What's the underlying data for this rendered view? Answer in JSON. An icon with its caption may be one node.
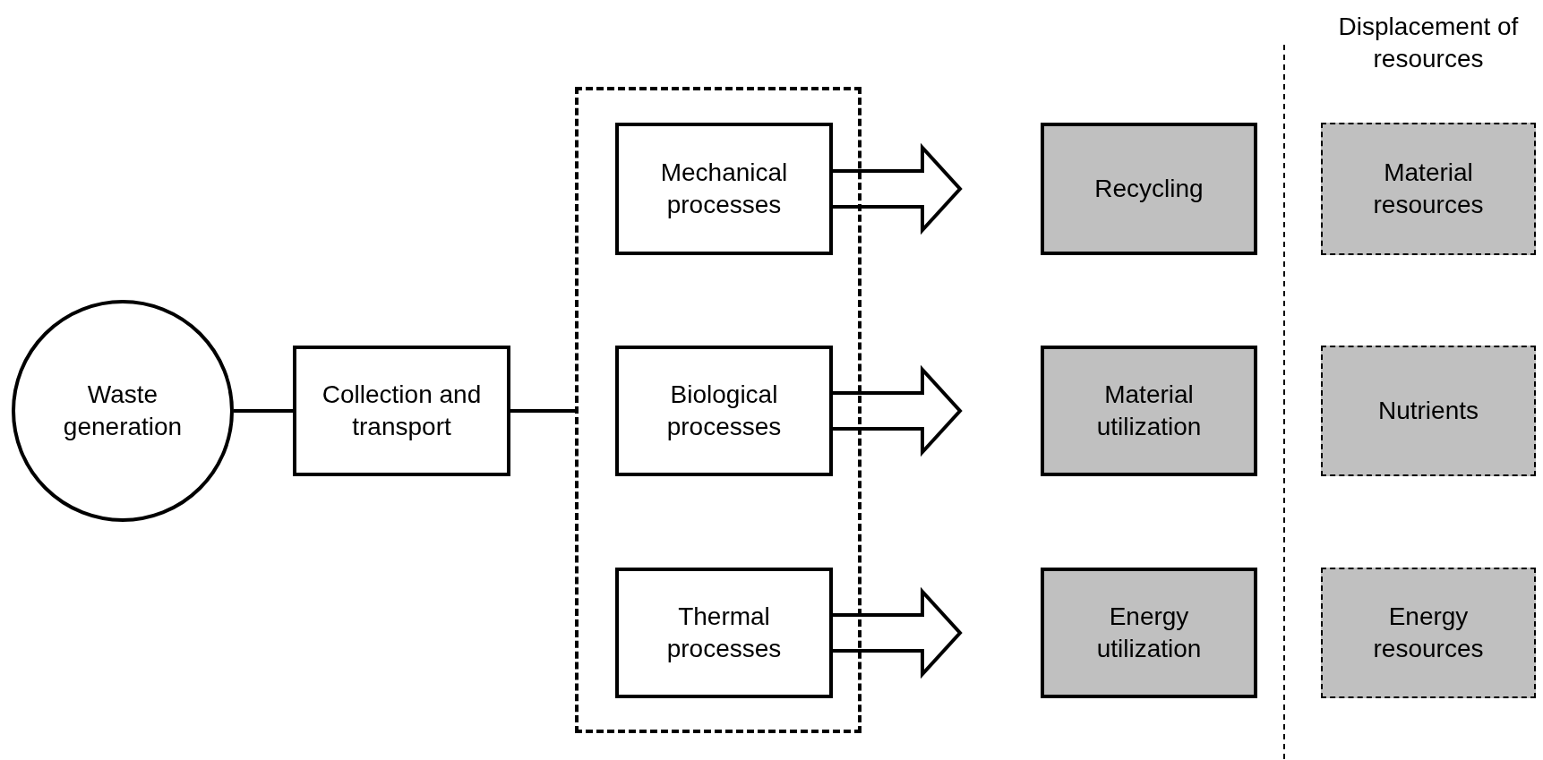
{
  "diagram": {
    "nodes": [
      {
        "text": [
          "Waste generation"
        ]
      },
      {
        "text": [
          "Collection and transport"
        ]
      },
      {
        "text": [],
        "shape": "box"
      },
      {
        "text": [
          "Mechanical processes"
        ],
        "in": 2
      },
      {
        "text": [
          "Biological processes"
        ],
        "in": 2
      },
      {
        "text": [
          "Thermal processes"
        ],
        "in": 2
      },
      {
        "text": [
          "Recycling"
        ]
      },
      {
        "text": [
          "Material utilization"
        ]
      },
      {
        "text": [
          "Energy utilization"
        ]
      },
      {
        "text": [
          "Material resources"
        ]
      },
      {
        "text": [
          "Nutrients"
        ]
      },
      {
        "text": [
          "Energy resources"
        ]
      }
    ],
    "edges": [
      {
        "from": 0,
        "to": 1,
        "arrow": "none"
      },
      {
        "from": 1,
        "to": 2,
        "arrow": "none"
      },
      {
        "from": 3,
        "to": 6,
        "arrow": "to",
        "style": "thick"
      },
      {
        "from": 4,
        "to": 7,
        "arrow": "to",
        "style": "thick"
      },
      {
        "from": 5,
        "to": 8,
        "arrow": "to",
        "style": "thick"
      }
    ],
    "labels": [
      "Displacement of resources"
    ]
  }
}
